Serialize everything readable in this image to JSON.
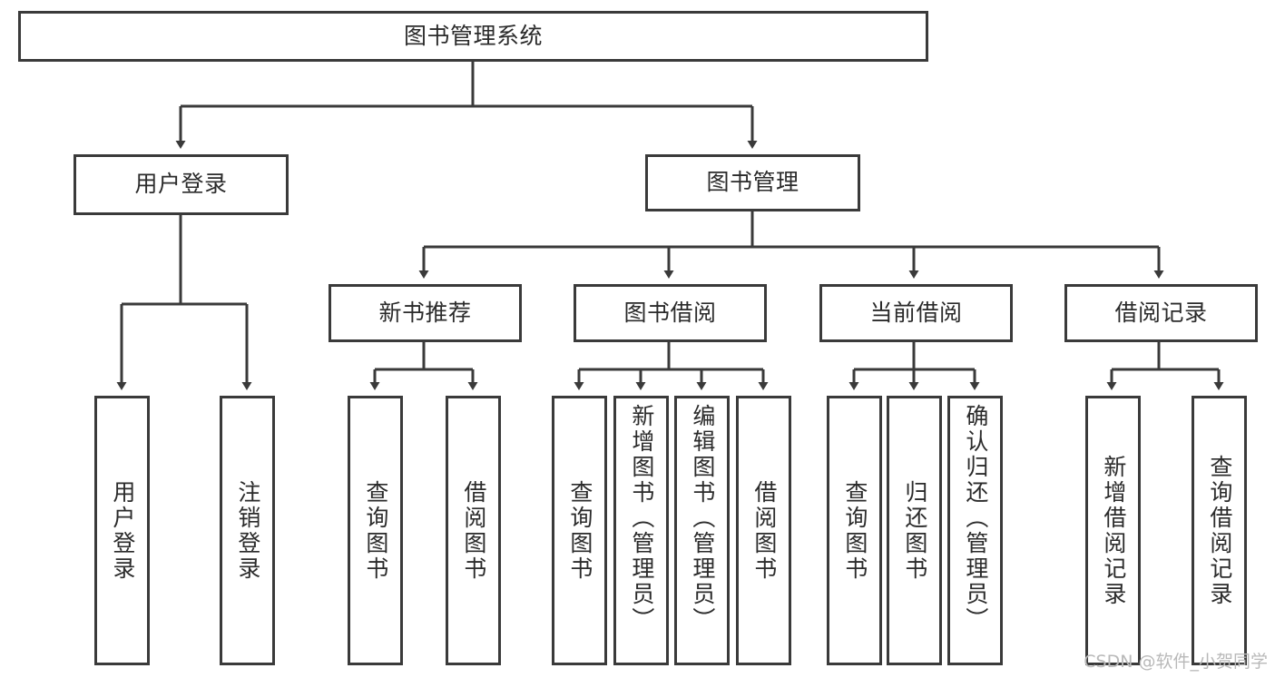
{
  "diagram": {
    "type": "hierarchy-tree",
    "title": "图书管理系统",
    "watermark": "CSDN @软件_小贺同学",
    "colors": {
      "stroke": "#3a3a3a",
      "background": "#ffffff",
      "text": "#2b2b2b",
      "watermark": "#b9b9b9"
    },
    "nodes": {
      "root": {
        "label": "图书管理系统",
        "level": 0,
        "orientation": "horizontal"
      },
      "level1": [
        {
          "label": "用户登录",
          "orientation": "horizontal"
        },
        {
          "label": "图书管理",
          "orientation": "horizontal"
        }
      ],
      "level2": [
        {
          "label": "新书推荐",
          "orientation": "horizontal"
        },
        {
          "label": "图书借阅",
          "orientation": "horizontal"
        },
        {
          "label": "当前借阅",
          "orientation": "horizontal"
        },
        {
          "label": "借阅记录",
          "orientation": "horizontal"
        }
      ],
      "leaves": {
        "user_login": [
          {
            "label": "用户登录",
            "orientation": "vertical"
          },
          {
            "label": "注销登录",
            "orientation": "vertical"
          }
        ],
        "new_book_recommend": [
          {
            "label": "查询图书",
            "orientation": "vertical"
          },
          {
            "label": "借阅图书",
            "orientation": "vertical"
          }
        ],
        "book_borrow": [
          {
            "label": "查询图书",
            "orientation": "vertical"
          },
          {
            "label": "新增图书（管理员）",
            "orientation": "vertical"
          },
          {
            "label": "编辑图书（管理员）",
            "orientation": "vertical"
          },
          {
            "label": "借阅图书",
            "orientation": "vertical"
          }
        ],
        "current_borrow": [
          {
            "label": "查询图书",
            "orientation": "vertical"
          },
          {
            "label": "归还图书",
            "orientation": "vertical"
          },
          {
            "label": "确认归还（管理员）",
            "orientation": "vertical"
          }
        ],
        "borrow_record": [
          {
            "label": "新增借阅记录",
            "orientation": "vertical"
          },
          {
            "label": "查询借阅记录",
            "orientation": "vertical"
          }
        ]
      }
    }
  }
}
